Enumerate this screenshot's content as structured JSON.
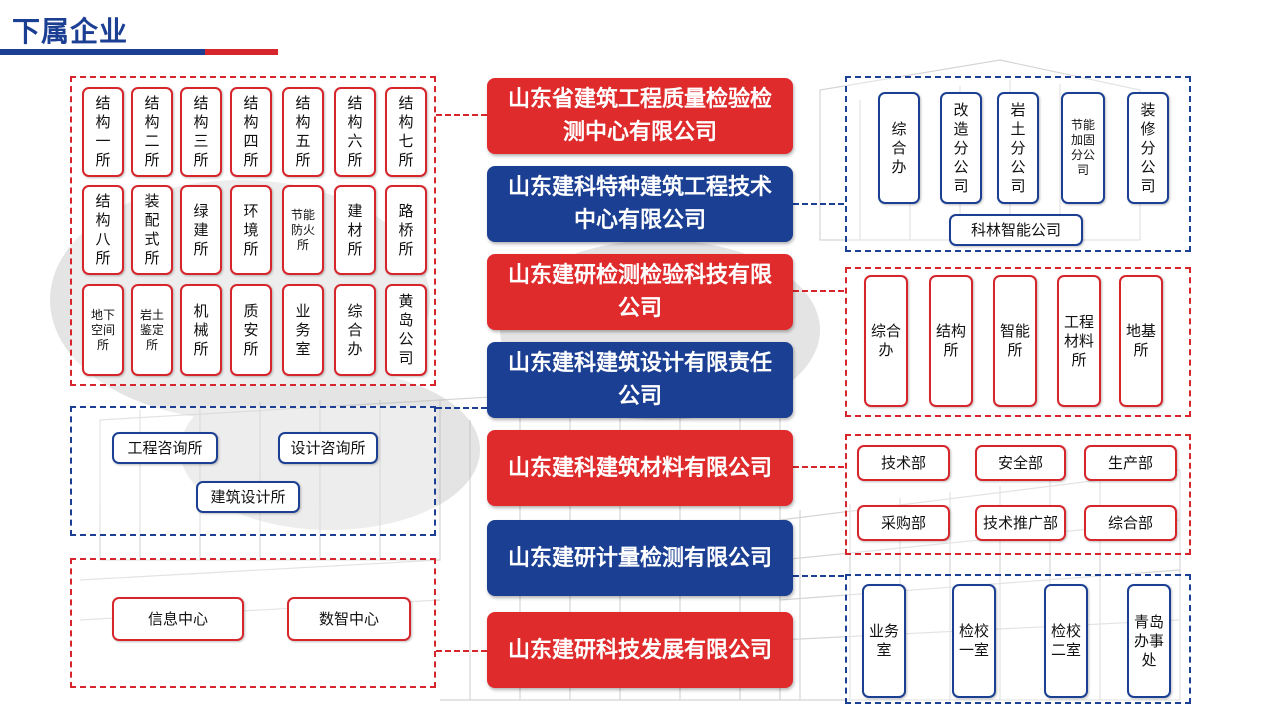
{
  "header": {
    "title": "下属企业"
  },
  "colors": {
    "red": "#e02b2d",
    "blue": "#1b3f93",
    "white": "#ffffff"
  },
  "companies": [
    {
      "name": "山东省建筑工程质量检验检测中心有限公司",
      "color": "red"
    },
    {
      "name": "山东建科特种建筑工程技术中心有限公司",
      "color": "blue"
    },
    {
      "name": "山东建研检测检验科技有限公司",
      "color": "red"
    },
    {
      "name": "山东建科建筑设计有限责任公司",
      "color": "blue"
    },
    {
      "name": "山东建科建筑材料有限公司",
      "color": "red"
    },
    {
      "name": "山东建研计量检测有限公司",
      "color": "blue"
    },
    {
      "name": "山东建研科技发展有限公司",
      "color": "red"
    }
  ],
  "groups": {
    "quality_center_units": [
      "结构一所",
      "结构二所",
      "结构三所",
      "结构四所",
      "结构五所",
      "结构六所",
      "结构七所",
      "结构八所",
      "装配式所",
      "绿建所",
      "环境所",
      "节能防火所",
      "建材所",
      "路桥所",
      "地下空间所",
      "岩土鉴定所",
      "机械所",
      "质安所",
      "业务室",
      "综合办",
      "黄岛公司"
    ],
    "special_tech_units": [
      "综合办",
      "改造分公司",
      "岩土分公司",
      "节能加固分公司",
      "装修分公司",
      "科林智能公司"
    ],
    "testing_tech_units": [
      "综合办",
      "结构所",
      "智能所",
      "工程材料所",
      "地基所"
    ],
    "design_units": [
      "工程咨询所",
      "设计咨询所",
      "建筑设计所"
    ],
    "materials_units": [
      "技术部",
      "安全部",
      "生产部",
      "采购部",
      "技术推广部",
      "综合部"
    ],
    "metrology_units": [
      "业务室",
      "检校一室",
      "检校二室",
      "青岛办事处"
    ],
    "tech_dev_units": [
      "信息中心",
      "数智中心"
    ]
  }
}
